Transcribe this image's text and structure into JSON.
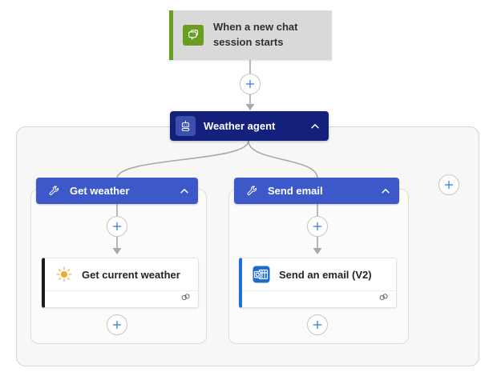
{
  "trigger": {
    "title": "When a new chat session starts",
    "icon": "chat-icon"
  },
  "agent": {
    "title": "Weather agent",
    "icon": "bot-icon",
    "collapse_icon": "chevron-up-icon"
  },
  "branches": [
    {
      "title": "Get weather",
      "icon": "wrench-icon",
      "collapse_icon": "chevron-up-icon",
      "action": {
        "title": "Get current weather",
        "icon": "sun-icon",
        "status_icon": "connection-icon"
      }
    },
    {
      "title": "Send email",
      "icon": "wrench-icon",
      "collapse_icon": "chevron-up-icon",
      "action": {
        "title": "Send an email (V2)",
        "icon": "outlook-icon",
        "status_icon": "connection-icon"
      }
    }
  ],
  "connectors": {
    "insert_buttons": 6,
    "plus_symbol": "+"
  },
  "colors": {
    "trigger_bg": "#d9d9d9",
    "trigger_green": "#699e22",
    "agent_navy": "#14217c",
    "agent_chip": "#3a4fae",
    "branch_blue": "#3d58c9",
    "plus_blue": "#3575d6",
    "line_gray": "#a8a8a8",
    "stripe_black": "#1b1b1b",
    "stripe_blue": "#1f6fd4",
    "sun_orange": "#f2a33c",
    "outlook_blue": "#1a6ad0",
    "scope_bg": "#f7f7f5",
    "scope_border": "#d4d2d0"
  }
}
